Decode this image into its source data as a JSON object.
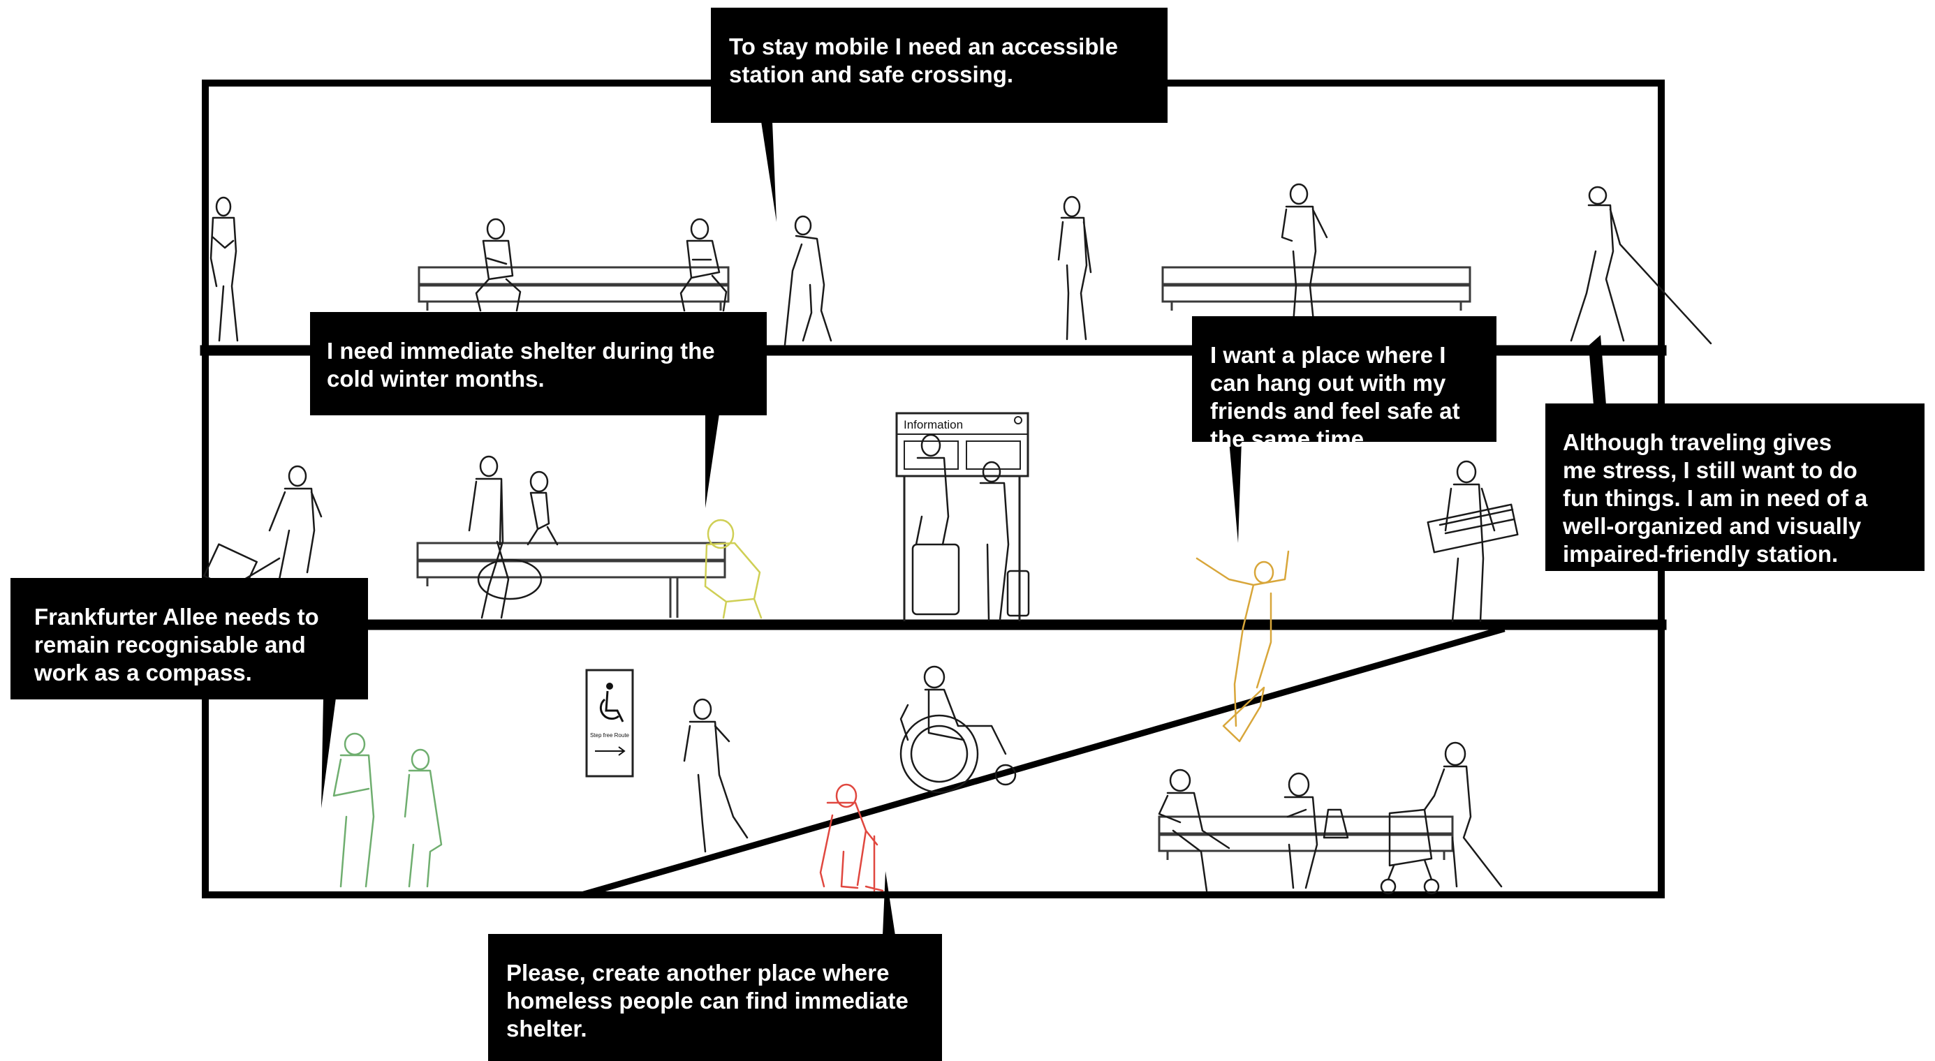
{
  "quotes": {
    "mobile": "To stay mobile I need an accessible\nstation and safe crossing.",
    "shelter": "I need immediate shelter during the\ncold winter months.",
    "hangout": "I want a place where I\ncan hang out with my\nfriends and feel safe at\nthe same time.",
    "travel": "Although traveling gives\nme stress, I still want to do\nfun things. I am in need of a\nwell-organized and visually\nimpaired-friendly station.",
    "compass": "Frankfurter Allee needs to\nremain recognisable and\nwork as a compass.",
    "homeless": "Please, create another place where\nhomeless people can find immediate\nshelter."
  },
  "signs": {
    "information": "Information",
    "step_free": "Step free Route"
  },
  "colors": {
    "frame": "#000000",
    "figure": "#1a1a1a",
    "bench": "#3a3a3a",
    "homeless_yellow": "#cfcf55",
    "skater_orange": "#d8a63a",
    "compass_green": "#6fae6f",
    "sweeper_red": "#e0473f",
    "bubble_bg": "#000000",
    "bubble_text": "#ffffff"
  }
}
